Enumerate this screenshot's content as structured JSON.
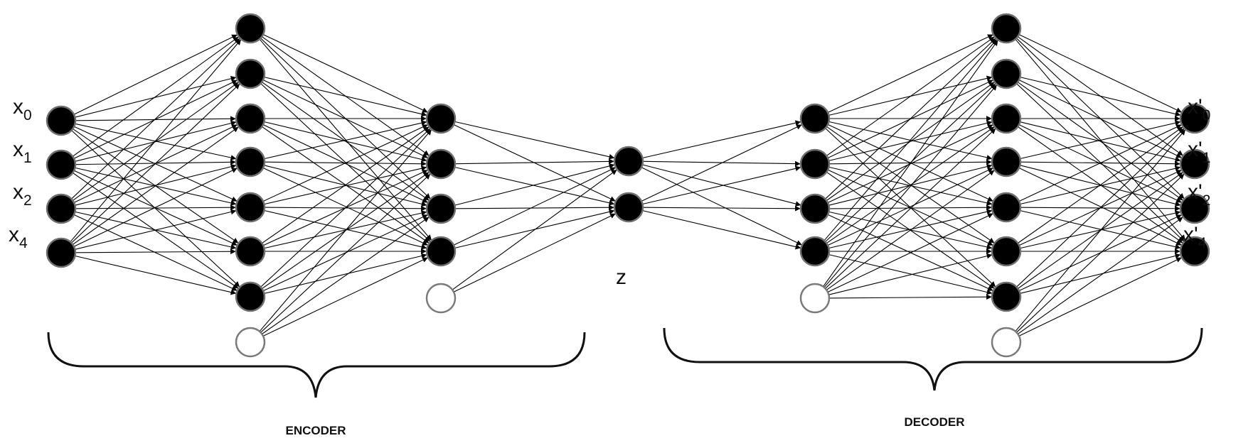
{
  "input_labels": [
    {
      "base": "x",
      "sub": "0"
    },
    {
      "base": "x",
      "sub": "1"
    },
    {
      "base": "x",
      "sub": "2"
    },
    {
      "base": "x",
      "sub": "4"
    }
  ],
  "output_labels": [
    {
      "base": "x'",
      "sub": "0"
    },
    {
      "base": "x'",
      "sub": "1"
    },
    {
      "base": "x'",
      "sub": "2"
    },
    {
      "base": "x'",
      "sub": "4"
    }
  ],
  "latent_label": "z",
  "encoder_label": "ENCODER",
  "decoder_label": "DECODER",
  "layers": [
    {
      "name": "input",
      "units": 4,
      "bias": false
    },
    {
      "name": "encoder-hidden-1",
      "units": 7,
      "bias": true
    },
    {
      "name": "encoder-hidden-2",
      "units": 4,
      "bias": true
    },
    {
      "name": "latent",
      "units": 2,
      "bias": false
    },
    {
      "name": "decoder-hidden-1",
      "units": 4,
      "bias": true
    },
    {
      "name": "decoder-hidden-2",
      "units": 7,
      "bias": true
    },
    {
      "name": "output",
      "units": 4,
      "bias": false
    }
  ],
  "colors": {
    "node": "#000000",
    "bias_node": "#ffffff",
    "edge": "#000000"
  }
}
